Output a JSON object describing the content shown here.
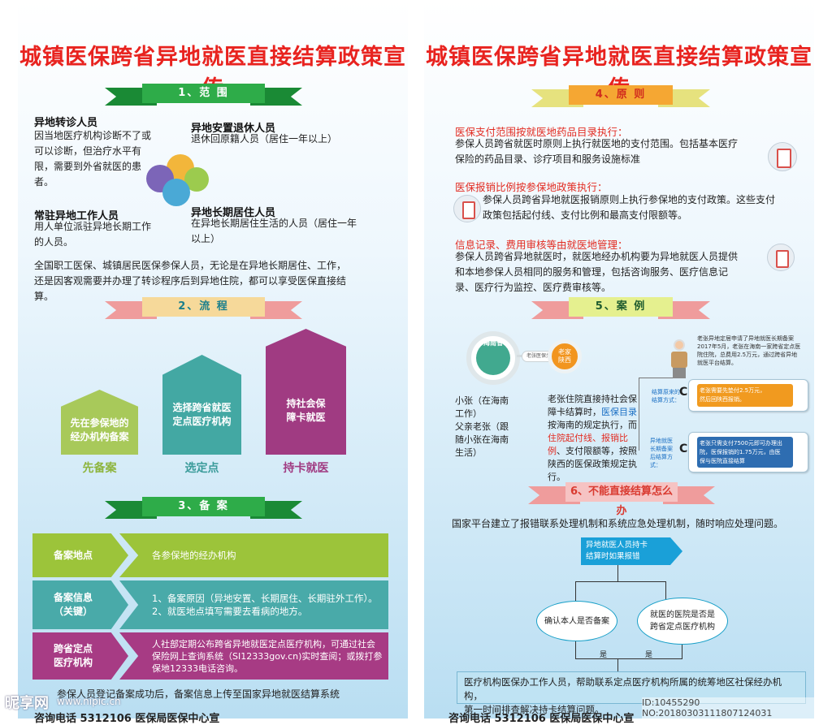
{
  "left": {
    "title": "城镇医保跨省异地就医直接结算政策宣传",
    "s1": {
      "banner": "1、范 围",
      "p1_title": "异地转诊人员",
      "p1_lines": [
        "因当地医疗机构诊断不了或",
        "可以诊断，但治疗水平有",
        "限，需要到外省就医的患",
        "者。"
      ],
      "p2_title": "异地安置退休人员",
      "p2_text": "退休回原籍人员（居住一年以上）",
      "p3_title": "常驻异地工作人员",
      "p3_lines": [
        "用人单位派驻异地长期工作",
        "的人员。"
      ],
      "p4_title": "异地长期居住人员",
      "p4_lines": [
        "在异地长期居住生活的人员（居住一年",
        "以上）"
      ],
      "summary_lines": [
        "全国职工医保、城镇居民医保参保人员，无论是在异地长期居住、工作，",
        "还是因客观需要并办理了转诊程序后到异地住院，都可以享受医保直接结",
        "算。"
      ]
    },
    "s2": {
      "banner": "2、流 程",
      "houses": [
        {
          "lines": [
            "先在参保地的",
            "经办机构备案"
          ],
          "label": "先备案",
          "color": "#a8c95a",
          "label_color": "#8db43c"
        },
        {
          "lines": [
            "选择跨省就医",
            "定点医疗机构"
          ],
          "label": "选定点",
          "color": "#43a8a3",
          "label_color": "#3a9b9a"
        },
        {
          "lines": [
            "持社会保",
            "障卡就医"
          ],
          "label": "持卡就医",
          "color": "#a03b82",
          "label_color": "#a03b82"
        }
      ]
    },
    "s3": {
      "banner": "3、备 案",
      "rows": [
        {
          "tag": [
            "备案地点"
          ],
          "content": [
            "各参保地的经办机构"
          ],
          "color": "#9cc43a"
        },
        {
          "tag": [
            "备案信息",
            "（关键）"
          ],
          "content": [
            "1、备案原因（异地安置、长期居住、长期驻外工作）。",
            "2、就医地点填写需要去看病的地方。"
          ],
          "color": "#49aaa9"
        },
        {
          "tag": [
            "跨省定点",
            "医疗机构"
          ],
          "content": [
            "人社部定期公布跨省异地就医定点医疗机构，可通过社会",
            "保险网上查询系统（SI12333gov.cn)实时查阅；或拨打参",
            "保地12333电话咨询。"
          ],
          "color": "#a73b84"
        }
      ],
      "footer": "参保人员登记备案成功后，备案信息上传至国家异地就医结算系统"
    },
    "bottom_partial": "咨询电话  5312106           医保局医保中心宣"
  },
  "right": {
    "title": "城镇医保跨省异地就医直接结算政策宣传",
    "s4": {
      "banner": "4、原 则",
      "h1": "医保支付范围按就医地药品目录执行：",
      "p1_lines": [
        "参保人员跨省就医时原则上执行就医地的支付范围。包括基本医疗",
        "保险的药品目录、诊疗项目和服务设施标准"
      ],
      "h2": "医保报销比例按参保地政策执行：",
      "p2_lines": [
        "参保人员跨省异地就医报销原则上执行参保地的支付政策。这些支付",
        "政策包括起付线、支付比例和最高支付限额等。"
      ],
      "h3": "信息记录、费用审核等由就医地管理：",
      "p3_lines": [
        "参保人员跨省异地就医时，就医地经办机构要为异地就医人员提供",
        "和本地参保人员相同的服务和管理，包括咨询服务、医疗信息记",
        "录、医疗行为监控、医疗费审核等。"
      ]
    },
    "s5": {
      "banner": "5、案 例",
      "hainan": "海南省",
      "shaanxi": [
        "老家",
        "陕西"
      ],
      "tiny_link": "老张医保关系",
      "left_lines": [
        "小张（在海南",
        "工作）",
        "父亲老张（跟",
        "随小张在海南",
        "生活）"
      ],
      "mid_lines_a": [
        "老张住院直接持社会保",
        "障卡结算时，"
      ],
      "mid_blue": "医保目录",
      "mid_lines_b": [
        "按海南的规定执行，而"
      ],
      "mid_red": "住院起付线、报销比",
      "mid_red2": "例",
      "mid_lines_c": [
        "、支付限额等，按照",
        "陕西的医保政策规定执",
        "行。"
      ],
      "note_lines": [
        "老张异地定居申请了异地就医长期备案",
        "2017年5月，老张在海南一家跨省定点医",
        "院住院，总费用2.5万元，通过跨省异地",
        "就医平台结算。"
      ],
      "before_label": [
        "结算原来的",
        "结算方式："
      ],
      "before_text": [
        "老张需要先垫付2.5万元，",
        "然后回陕西报销。"
      ],
      "after_label": [
        "异地就医",
        "长期备案",
        "后结算方",
        "式："
      ],
      "after_text": [
        "老张只需支付7500元即可办理出",
        "院，医保报销的1.75万元，由医",
        "保与医院直接结算"
      ]
    },
    "s6": {
      "banner": "6、不能直接结算怎么办",
      "intro": "国家平台建立了报错联系处理机制和系统应急处理机制，随时响应处理问题。",
      "flow_top": [
        "异地就医人员持卡",
        "结算时如果报错"
      ],
      "flow_left": "确认本人是否备案",
      "flow_right": [
        "就医的医院是否是",
        "跨省定点医疗机构"
      ],
      "yes1": "是",
      "yes2": "是",
      "bottom_lines": [
        "医疗机构医保办工作人员，帮助联系定点医疗机构所属的统筹地区社保经办机构，",
        "第一时间排查解决持卡结算问题。"
      ]
    },
    "bottom_partial": "咨询电话  5312106           医保局医保中心宣"
  },
  "watermark": {
    "logo": "昵享网",
    "site": "www.nipic.cn",
    "id": "ID:10455290 NO:20180303111807124031"
  }
}
